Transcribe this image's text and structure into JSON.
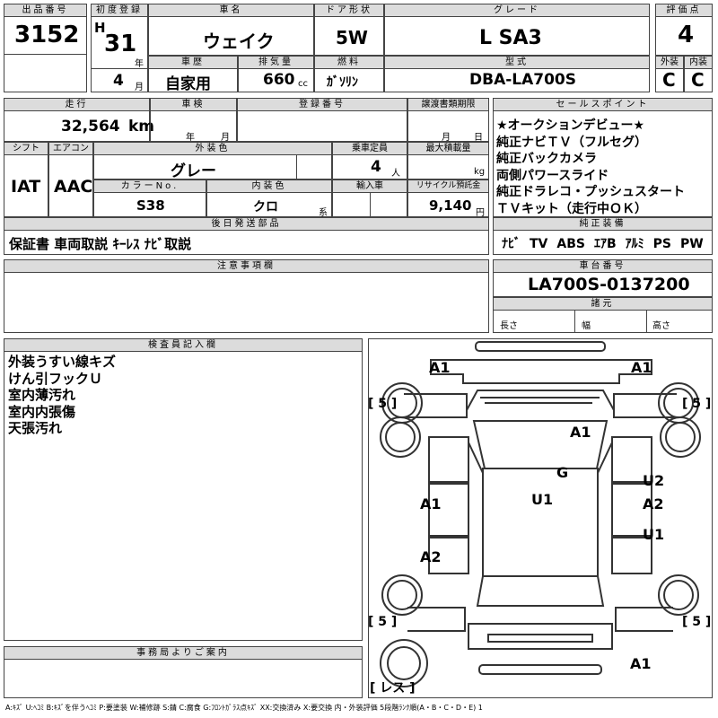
{
  "header": {
    "lot_no_label": "出品番号",
    "lot_no": "3152",
    "first_reg_label": "初度登録",
    "era": "H",
    "year": "31",
    "year_unit": "年",
    "month": "4",
    "month_unit": "月",
    "car_name_label": "車名",
    "car_name": "ウェイク",
    "door_label": "ドア形状",
    "door": "5W",
    "grade_label": "グレード",
    "grade": "L SA3",
    "score_label": "評価点",
    "score": "4",
    "history_label": "車歴",
    "history": "自家用",
    "displacement_label": "排気量",
    "displacement": "660",
    "displacement_unit": "cc",
    "fuel_label": "燃料",
    "fuel": "ｶﾞｿﾘﾝ",
    "model_label": "型式",
    "model": "DBA-LA700S",
    "exterior_label": "外装",
    "exterior": "C",
    "interior_label": "内装",
    "interior": "C"
  },
  "row2": {
    "mileage_label": "走行",
    "mileage": "32,564",
    "mileage_unit": "km",
    "inspection_label": "車検",
    "inspection_year_unit": "年",
    "inspection_month_unit": "月",
    "reg_no_label": "登録番号",
    "transfer_label": "譲渡書類期限",
    "transfer_month_unit": "月",
    "transfer_day_unit": "日",
    "shift_label": "シフト",
    "shift": "IAT",
    "ac_label": "エアコン",
    "ac": "AAC",
    "color_label": "外装色",
    "color": "グレー",
    "capacity_label": "乗車定員",
    "capacity": "4",
    "capacity_unit": "人",
    "max_load_label": "最大積載量",
    "max_load_unit": "kg",
    "color_no_label": "カラーNo.",
    "color_no": "S38",
    "int_color_label": "内装色",
    "int_color": "クロ",
    "int_color_unit": "系",
    "import_label": "輸入車",
    "recycle_label": "リサイクル預託金",
    "recycle": "9,140",
    "recycle_unit": "円",
    "later_parts_label": "後日発送部品",
    "later_parts": "保証書 車両取説 ｷｰﾚｽ ﾅﾋﾞ取説"
  },
  "sales_points": {
    "label": "セールスポイント",
    "items": [
      "★オークションデビュー★",
      "純正ナビＴＶ（フルセグ）",
      "純正バックカメラ",
      "両側パワースライド",
      "純正ドラレコ・プッシュスタート",
      "ＴＶキット（走行中ＯＫ）"
    ]
  },
  "equipment": {
    "label": "純正装備",
    "items": [
      "ﾅﾋﾞ",
      "TV",
      "ABS",
      "ｴｱB",
      "ｱﾙﾐ",
      "PS",
      "PW"
    ]
  },
  "notes": {
    "label": "注意事項欄"
  },
  "chassis": {
    "label": "車台番号",
    "number": "LA700S-0137200",
    "dims_label": "諸元",
    "length": "長さ",
    "width": "幅",
    "height": "高さ"
  },
  "inspector": {
    "label": "検査員記入欄",
    "lines": [
      "外装うすい線キズ",
      "けん引フックＵ",
      "室内薄汚れ",
      "室内内張傷",
      "天張汚れ"
    ]
  },
  "office": {
    "label": "事務局よりご案内"
  },
  "diagram": {
    "marks": [
      "A1",
      "A1",
      "A1",
      "G",
      "U1",
      "U2",
      "A2",
      "A1",
      "A2",
      "U1",
      "A1"
    ],
    "tyre": [
      "[ 5 ]",
      "[ 5 ]",
      "[ 5 ]",
      "[ 5 ]",
      "[ レス ]"
    ]
  },
  "legend": "A:ｷｽﾞ U:ﾍｺﾐ B:ｷｽﾞを伴うﾍｺﾐ P:要塗装 W:補修跡 S:錆 C:腐食 G:ﾌﾛﾝﾄｶﾞﾗｽ点ｷｽﾞ XX:交換済み X:要交換 内・外装評価 5段階ﾗﾝｸ順(A・B・C・D・E) 1"
}
